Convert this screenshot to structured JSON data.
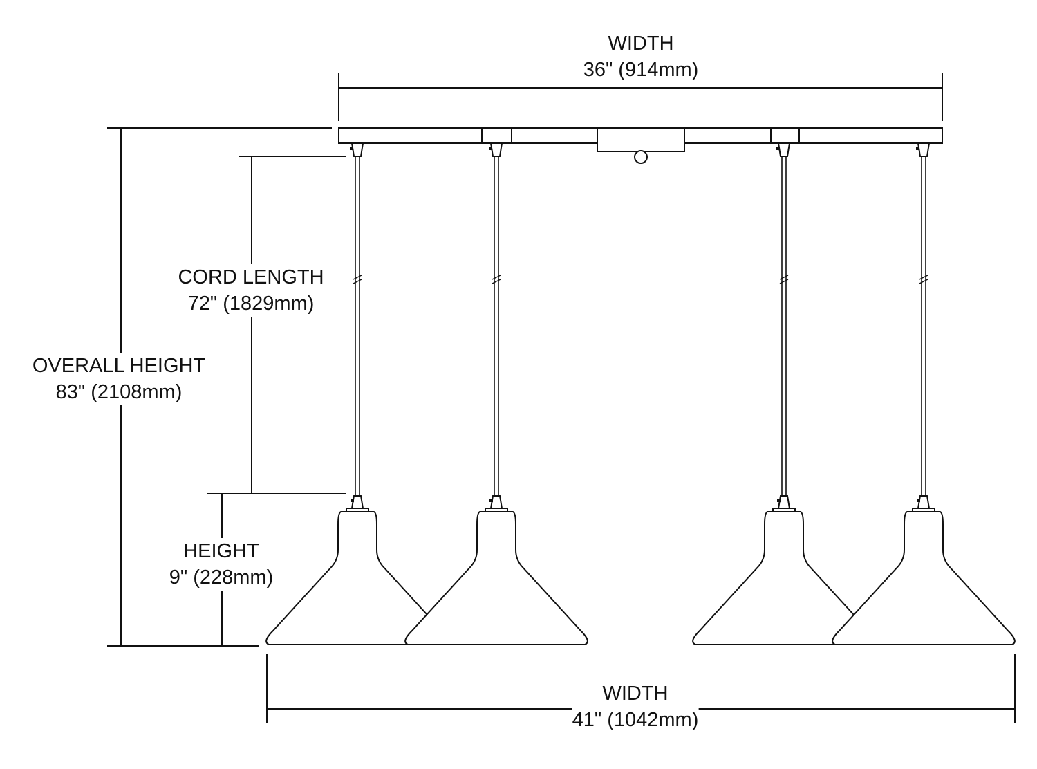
{
  "dimensions": {
    "top_width": {
      "label": "WIDTH",
      "value": "36\" (914mm)"
    },
    "overall_height": {
      "label": "OVERALL HEIGHT",
      "value": "83\" (2108mm)"
    },
    "cord_length": {
      "label": "CORD LENGTH",
      "value": "72\" (1829mm)"
    },
    "shade_height": {
      "label": "HEIGHT",
      "value": "9\" (228mm)"
    },
    "bottom_width": {
      "label": "WIDTH",
      "value": "41\" (1042mm)"
    }
  },
  "pendant_count": 4,
  "colors": {
    "line": "#111111",
    "background": "#ffffff"
  }
}
